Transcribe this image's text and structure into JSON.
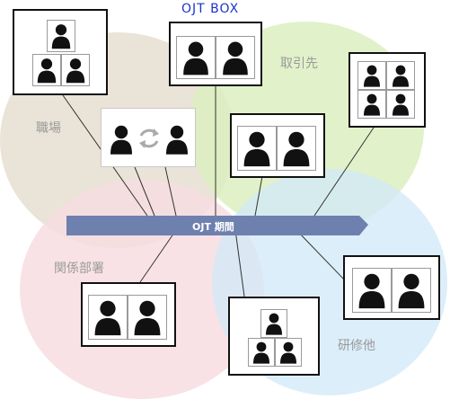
{
  "title": "OJT BOX",
  "zones": {
    "workplace": "職場",
    "clients": "取引先",
    "related_departments": "関係部署",
    "training_other": "研修他"
  },
  "timeline": {
    "label": "OJT 期間"
  },
  "colors": {
    "title": "#1b35c8",
    "zone_workplace": "#e8e0d3",
    "zone_clients": "#dcefbf",
    "zone_related": "#f7dde2",
    "zone_training": "#d3eaf8",
    "arrow": "#6e80ae",
    "person": "#111111"
  },
  "icons": {
    "person": "person-silhouette-icon",
    "exchange": "exchange-arrows-icon"
  }
}
